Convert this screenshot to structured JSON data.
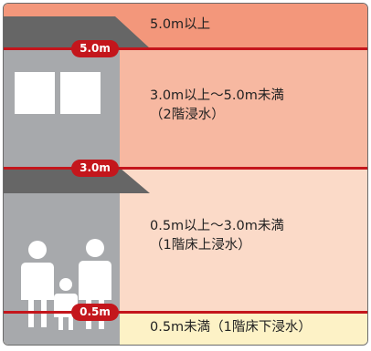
{
  "bands": [
    {
      "line1": "5.0m以上",
      "line2": "",
      "color": "#f3977b"
    },
    {
      "line1": "3.0m以上～5.0m未満",
      "line2": "（2階浸水）",
      "color": "#f7b8a1"
    },
    {
      "line1": "0.5m以上～3.0m未満",
      "line2": "（1階床上浸水）",
      "color": "#fbdac8"
    },
    {
      "line1": "0.5m未満（1階床下浸水）",
      "line2": "",
      "color": "#fdf2c6"
    }
  ],
  "levels": {
    "top": "5.0m",
    "middle": "3.0m",
    "bottom": "0.5m"
  },
  "colors": {
    "line": "#c4161c",
    "house": "#a7a9ac",
    "roof": "#666666"
  }
}
